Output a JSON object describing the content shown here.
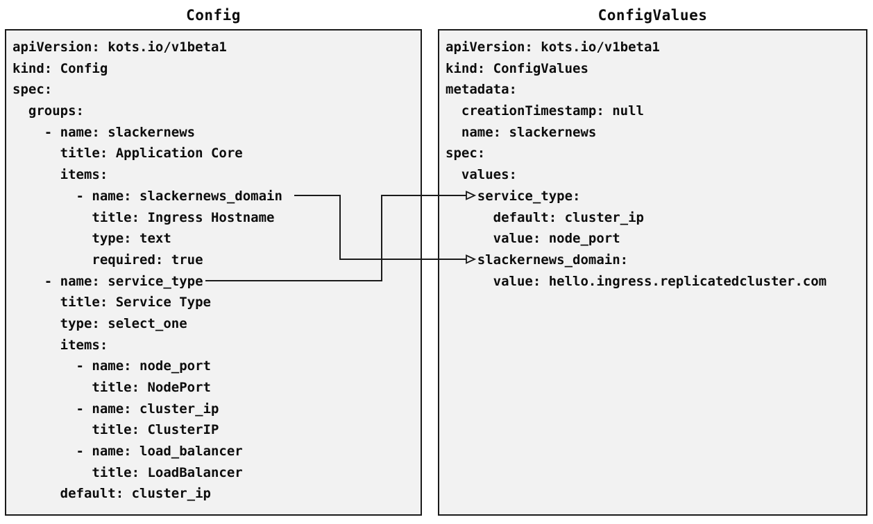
{
  "titles": {
    "config": "Config",
    "config_values": "ConfigValues"
  },
  "config_box": {
    "lines": [
      "apiVersion: kots.io/v1beta1",
      "kind: Config",
      "spec:",
      "  groups:",
      "    - name: slackernews",
      "      title: Application Core",
      "      items:",
      "        - name: slackernews_domain",
      "          title: Ingress Hostname",
      "          type: text",
      "          required: true",
      "    - name: service_type",
      "      title: Service Type",
      "      type: select_one",
      "      items:",
      "        - name: node_port",
      "          title: NodePort",
      "        - name: cluster_ip",
      "          title: ClusterIP",
      "        - name: load_balancer",
      "          title: LoadBalancer",
      "      default: cluster_ip"
    ]
  },
  "config_values_box": {
    "lines": [
      "apiVersion: kots.io/v1beta1",
      "kind: ConfigValues",
      "metadata:",
      "  creationTimestamp: null",
      "  name: slackernews",
      "spec:",
      "  values:",
      "    service_type:",
      "      default: cluster_ip",
      "      value: node_port",
      "    slackernews_domain:",
      "      value: hello.ingress.replicatedcluster.com"
    ]
  },
  "connectors": [
    {
      "from": "Config item name: slackernews_domain",
      "to": "ConfigValues value key: slackernews_domain"
    },
    {
      "from": "Config item name: service_type",
      "to": "ConfigValues value key: service_type"
    }
  ],
  "colors": {
    "background": "#ffffff",
    "box_fill": "#f2f2f2",
    "box_border": "#1a1a1a",
    "connector_line": "#1a1a1a",
    "text": "#0d0d0d"
  }
}
